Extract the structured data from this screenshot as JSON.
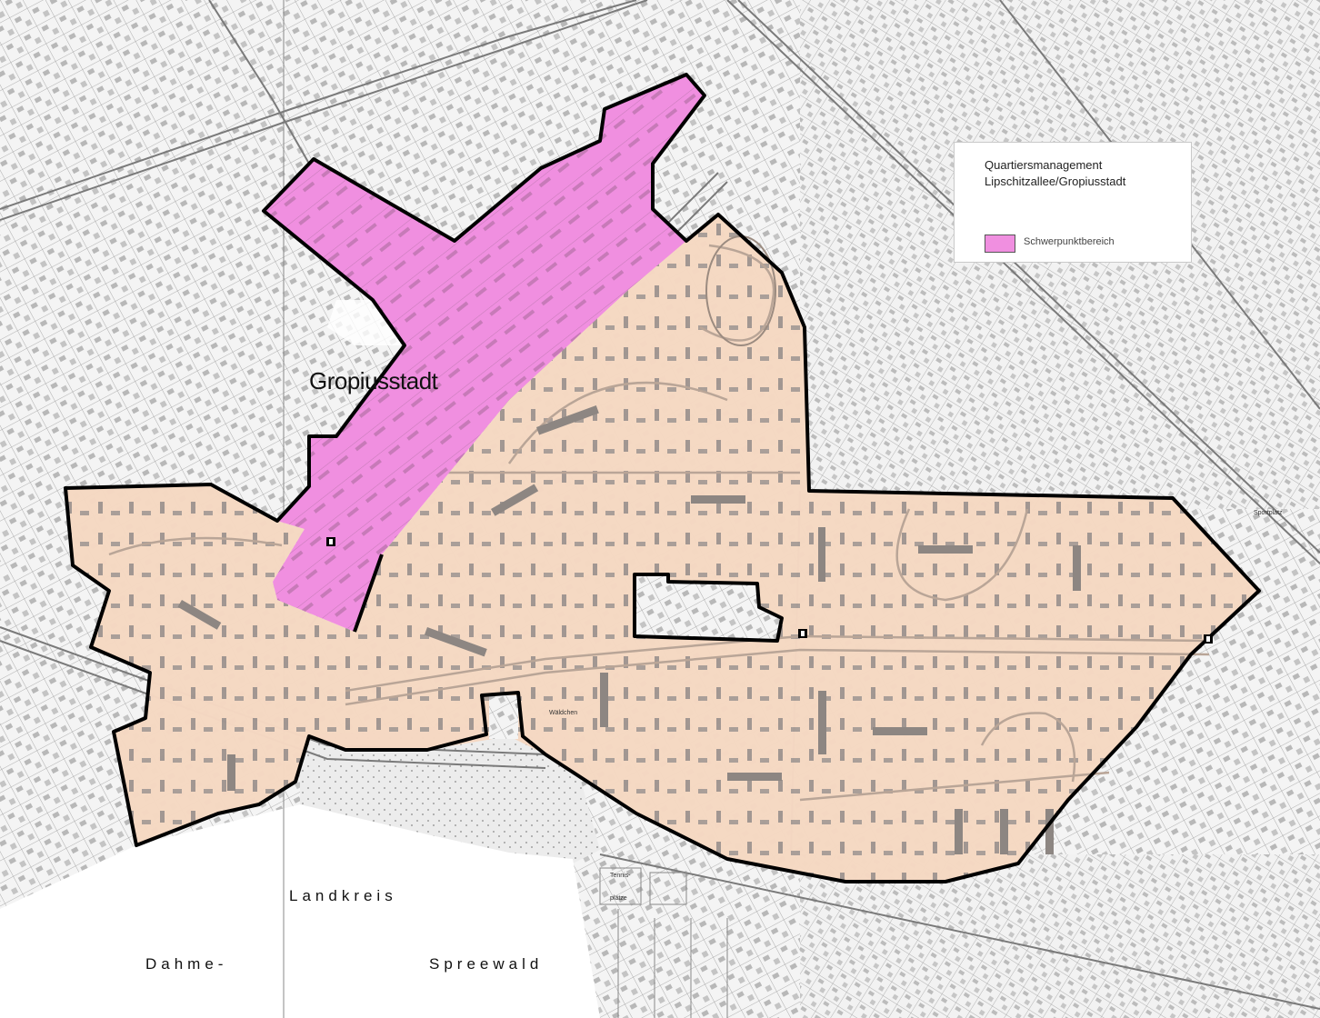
{
  "map": {
    "district_label": "Gropiusstadt",
    "landkreis_words": [
      "Landkreis",
      "Dahme-",
      "Spreewald"
    ],
    "street_labels": [
      "Wäldchen",
      "Sportplatz",
      "Tennis-",
      "plätze"
    ]
  },
  "legend": {
    "title_line1": "Quartiersmanagement",
    "title_line2": "Lipschitzallee/Gropiusstadt",
    "item_label": "Schwerpunktbereich"
  },
  "colors": {
    "focus_area": "#f08fe0",
    "qm_area": "#f5d8c2",
    "boundary": "#000000",
    "base_map": "#ffffff",
    "map_lines": "#9a9a9a"
  }
}
